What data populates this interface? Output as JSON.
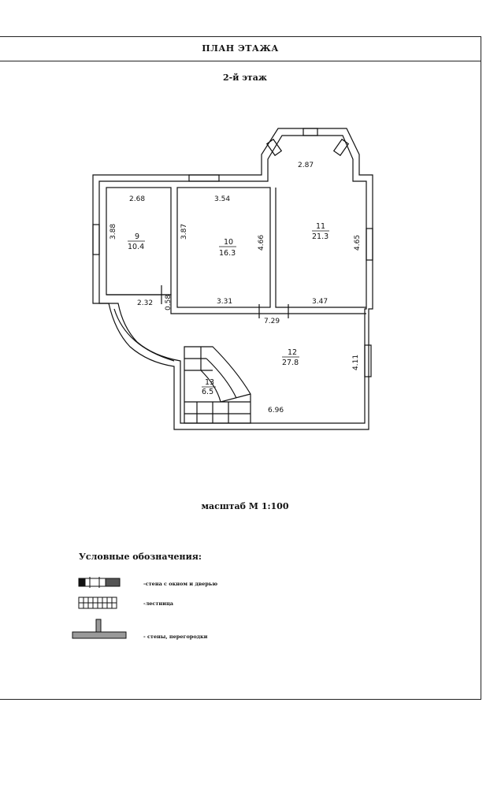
{
  "header": {
    "title": "ПЛАН ЭТАЖА"
  },
  "floor": {
    "label": "2-й этаж"
  },
  "rooms": [
    {
      "number": "9",
      "area": "10.4"
    },
    {
      "number": "10",
      "area": "16.3"
    },
    {
      "number": "11",
      "area": "21.3"
    },
    {
      "number": "12",
      "area": "27.8"
    },
    {
      "number": "13",
      "area": "6.5"
    }
  ],
  "dimensions": [
    "2.68",
    "3.88",
    "3.54",
    "3.87",
    "4.66",
    "2.87",
    "4.65",
    "2.32",
    "0.58",
    "3.31",
    "3.47",
    "7.29",
    "4.11",
    "6.96"
  ],
  "scale": {
    "label": "масштаб   М  1:100"
  },
  "legend": {
    "title": "Условные обозначения:",
    "items": [
      {
        "text": "-стена с окном и дверью"
      },
      {
        "text": "-лестница"
      },
      {
        "text": "- стены, перегородки"
      }
    ]
  }
}
